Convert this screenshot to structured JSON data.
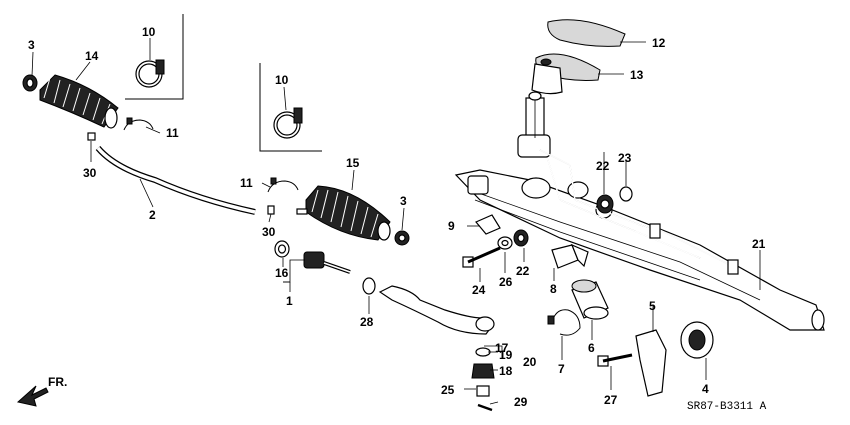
{
  "diagram": {
    "code": "SR87-B3311 A",
    "direction_label": "FR.",
    "callouts": {
      "c1": "1",
      "c2": "2",
      "c3a": "3",
      "c3b": "3",
      "c4": "4",
      "c5": "5",
      "c6": "6",
      "c7": "7",
      "c8": "8",
      "c9": "9",
      "c10a": "10",
      "c10b": "10",
      "c11a": "11",
      "c11b": "11",
      "c12": "12",
      "c13": "13",
      "c14": "14",
      "c15": "15",
      "c16": "16",
      "c17": "17",
      "c18": "18",
      "c19": "19",
      "c20": "20",
      "c21": "21",
      "c22a": "22",
      "c22b": "22",
      "c23": "23",
      "c24": "24",
      "c25": "25",
      "c26": "26",
      "c27": "27",
      "c28": "28",
      "c29": "29",
      "c30a": "30",
      "c30b": "30"
    }
  }
}
